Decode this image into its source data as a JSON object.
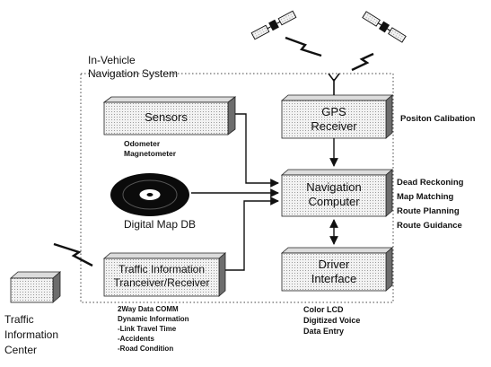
{
  "system_title": [
    "In-Vehicle",
    "Navigation System"
  ],
  "boxes": {
    "sensors": {
      "label": [
        "Sensors"
      ]
    },
    "gps": {
      "label": [
        "GPS",
        "Receiver"
      ]
    },
    "navigation": {
      "label": [
        "Navigation",
        "Computer"
      ]
    },
    "driver": {
      "label": [
        "Driver",
        "Interface"
      ]
    },
    "traffic": {
      "label": [
        "Traffic Information",
        "Tranceiver/Receiver"
      ]
    }
  },
  "sensor_notes": [
    "Odometer",
    "Magnetometer"
  ],
  "map_db": "Digital Map DB",
  "gps_note": "Positon Calibation",
  "nav_functions": [
    "Dead Reckoning",
    "Map Matching",
    "Route Planning",
    "Route Guidance"
  ],
  "driver_notes": [
    "Color LCD",
    "Digitized Voice",
    "Data Entry"
  ],
  "traffic_notes": [
    "2Way Data COMM",
    "Dynamic Information",
    "-Link Travel Time",
    "-Accidents",
    "-Road Condition"
  ],
  "traffic_center": [
    "Traffic",
    "Information",
    "Center"
  ]
}
